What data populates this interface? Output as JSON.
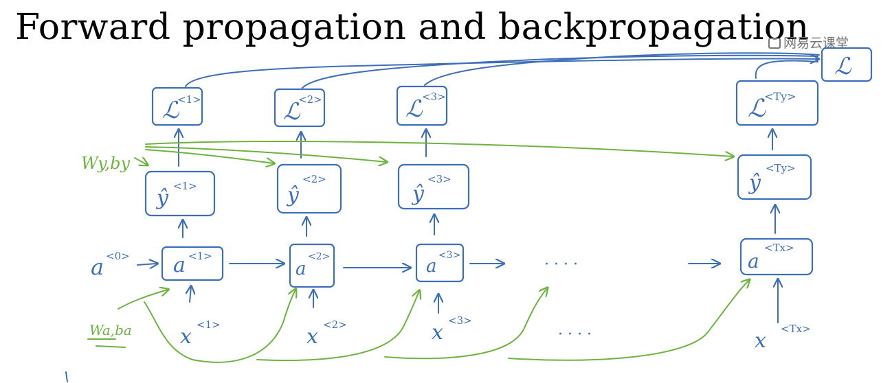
{
  "title": "Forward propagation and backpropagation",
  "watermark": "网易云课堂",
  "diagram": {
    "total_loss": {
      "main": "ℒ",
      "sup": ""
    },
    "loss_nodes": [
      {
        "main": "ℒ",
        "sup": "<1>"
      },
      {
        "main": "ℒ",
        "sup": "<2>"
      },
      {
        "main": "ℒ",
        "sup": "<3>"
      },
      {
        "main": "ℒ",
        "sup": "<Ty>"
      }
    ],
    "yhat_nodes": [
      {
        "main": "ŷ",
        "sup": "<1>"
      },
      {
        "main": "ŷ",
        "sup": "<2>"
      },
      {
        "main": "ŷ",
        "sup": "<3>"
      },
      {
        "main": "ŷ",
        "sup": "<Ty>"
      }
    ],
    "a_nodes": [
      {
        "main": "a",
        "sup": "<1>"
      },
      {
        "main": "a",
        "sup": "<2>"
      },
      {
        "main": "a",
        "sup": "<3>"
      },
      {
        "main": "a",
        "sup": "<Tx>"
      }
    ],
    "x_inputs": [
      {
        "main": "x",
        "sup": "<1>"
      },
      {
        "main": "x",
        "sup": "<2>"
      },
      {
        "main": "x",
        "sup": "<3>"
      },
      {
        "main": "x",
        "sup": "<Tx>"
      }
    ],
    "a0": {
      "main": "a",
      "sup": "<0>"
    },
    "wy_label": "Wy,by",
    "wa_label": "Wa,ba",
    "ellipsis": "· · · ·"
  },
  "colors": {
    "forward": "#3d6fb8",
    "params": "#6db33f",
    "title": "#000000"
  }
}
